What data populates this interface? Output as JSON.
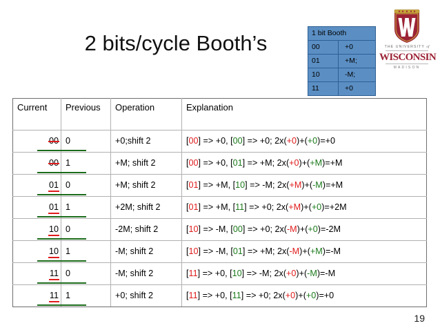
{
  "slide": {
    "title": "2 bits/cycle Booth’s",
    "page_number": "19"
  },
  "logo": {
    "name": "uw-madison-logo",
    "crest_letter": "W",
    "line_university": "THE UNIVERSITY",
    "line_of": "of",
    "line_wisconsin": "WISCONSIN",
    "line_madison": "MADISON",
    "crest_color": "#9B2335",
    "crest_gold": "#C8A43C"
  },
  "ref_table": {
    "name": "one-bit-booth-reference",
    "header": "1 bit  Booth",
    "accent_color": "#5B8FC4",
    "border_color": "#2E5E92",
    "rows": [
      {
        "bits": "00",
        "action": "+0"
      },
      {
        "bits": "01",
        "action": "+M;"
      },
      {
        "bits": "10",
        "action": "-M;"
      },
      {
        "bits": "11",
        "action": "+0"
      }
    ]
  },
  "main_table": {
    "name": "two-bit-booth-table",
    "headers": [
      "Current",
      "Previous",
      "Operation",
      "Explanation"
    ],
    "colors": {
      "red": "#E01B1B",
      "green": "#1B7A1B"
    },
    "rows": [
      {
        "current": "00",
        "current_mark": "strike",
        "previous": "0",
        "operation": "+0;shift 2",
        "explanation": {
          "pre1": "[",
          "g1": "00",
          "mid1": "] => +0, [",
          "g2": "00",
          "mid2": "] => +0; 2x(",
          "g3": "+0",
          "mid3": ")+(",
          "g4": "+0",
          "post": ")=+0"
        }
      },
      {
        "current": "00",
        "current_mark": "strike",
        "previous": "1",
        "operation": "+M; shift 2",
        "explanation": {
          "pre1": "[",
          "g1": "00",
          "mid1": "] => +0, [",
          "g2": "01",
          "mid2": "] => +M; 2x(",
          "g3": "+0",
          "mid3": ")+(",
          "g4": "+M",
          "post": ")=+M"
        }
      },
      {
        "current": "01",
        "current_mark": "under",
        "previous": "0",
        "operation": "+M; shift 2",
        "explanation": {
          "pre1": "[",
          "g1": "01",
          "mid1": "] => +M, [",
          "g2": "10",
          "mid2": "] => -M; 2x(",
          "g3": "+M",
          "mid3": ")+(",
          "g4": "-M",
          "post": ")=+M"
        }
      },
      {
        "current": "01",
        "current_mark": "under",
        "previous": "1",
        "operation": "+2M; shift 2",
        "explanation": {
          "pre1": "[",
          "g1": "01",
          "mid1": "] => +M, [",
          "g2": "11",
          "mid2": "] => +0; 2x(",
          "g3": "+M",
          "mid3": ")+(",
          "g4": "+0",
          "post": ")=+2M"
        }
      },
      {
        "current": "10",
        "current_mark": "under",
        "previous": "0",
        "operation": "-2M; shift 2",
        "explanation": {
          "pre1": "[",
          "g1": "10",
          "mid1": "] => -M, [",
          "g2": "00",
          "mid2": "] => +0; 2x(",
          "g3": "-M",
          "mid3": ")+(",
          "g4": "+0",
          "post": ")=-2M"
        }
      },
      {
        "current": "10",
        "current_mark": "under",
        "previous": "1",
        "operation": "-M; shift 2",
        "explanation": {
          "pre1": "[",
          "g1": "10",
          "mid1": "] => -M, [",
          "g2": "01",
          "mid2": "] => +M; 2x(",
          "g3": "-M",
          "mid3": ")+(",
          "g4": "+M",
          "post": ")=-M"
        }
      },
      {
        "current": "11",
        "current_mark": "under",
        "previous": "0",
        "operation": "-M; shift 2",
        "explanation": {
          "pre1": "[",
          "g1": "11",
          "mid1": "] => +0, [",
          "g2": "10",
          "mid2": "] => -M; 2x(",
          "g3": "+0",
          "mid3": ")+(",
          "g4": "-M",
          "post": ")=-M"
        }
      },
      {
        "current": "11",
        "current_mark": "under",
        "previous": "1",
        "operation": "+0; shift 2",
        "explanation": {
          "pre1": "[",
          "g1": "11",
          "mid1": "] => +0, [",
          "g2": "11",
          "mid2": "] => +0; 2x(",
          "g3": "+0",
          "mid3": ")+(",
          "g4": "+0",
          "post": ")=+0"
        }
      }
    ]
  }
}
